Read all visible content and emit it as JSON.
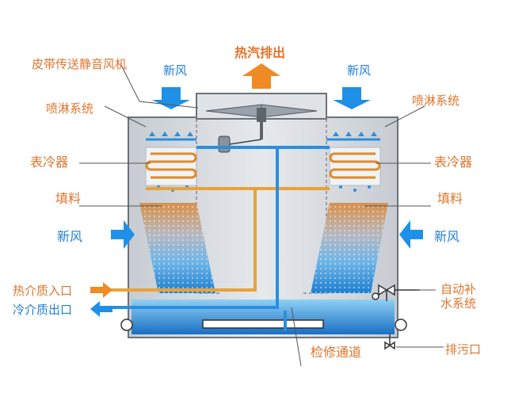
{
  "diagram": {
    "labels": {
      "top_exhaust": "热汽排出",
      "fresh_air_top_left": "新风",
      "fresh_air_top_right": "新风",
      "fan": "皮带传送静音风机",
      "spray_left": "喷淋系统",
      "spray_right": "喷淋系统",
      "coil_left": "表冷器",
      "coil_right": "表冷器",
      "fill_left": "填料",
      "fill_right": "填料",
      "fresh_air_mid_left": "新风",
      "fresh_air_mid_right": "新风",
      "hot_inlet": "热介质入口",
      "cold_outlet": "冷介质出口",
      "makeup_water_line1": "自动补",
      "makeup_water_line2": "水系统",
      "service_passage": "检修通道",
      "drain": "排污口"
    },
    "colors": {
      "label_orange": "#e0742a",
      "label_blue": "#1f7fd1",
      "air_arrow_blue": "#1e90e8",
      "exhaust_arrow_orange": "#f08a24",
      "water": "#1f86d6",
      "pipe_orange": "#e8a23a",
      "pipe_blue": "#2a8ee0"
    }
  }
}
